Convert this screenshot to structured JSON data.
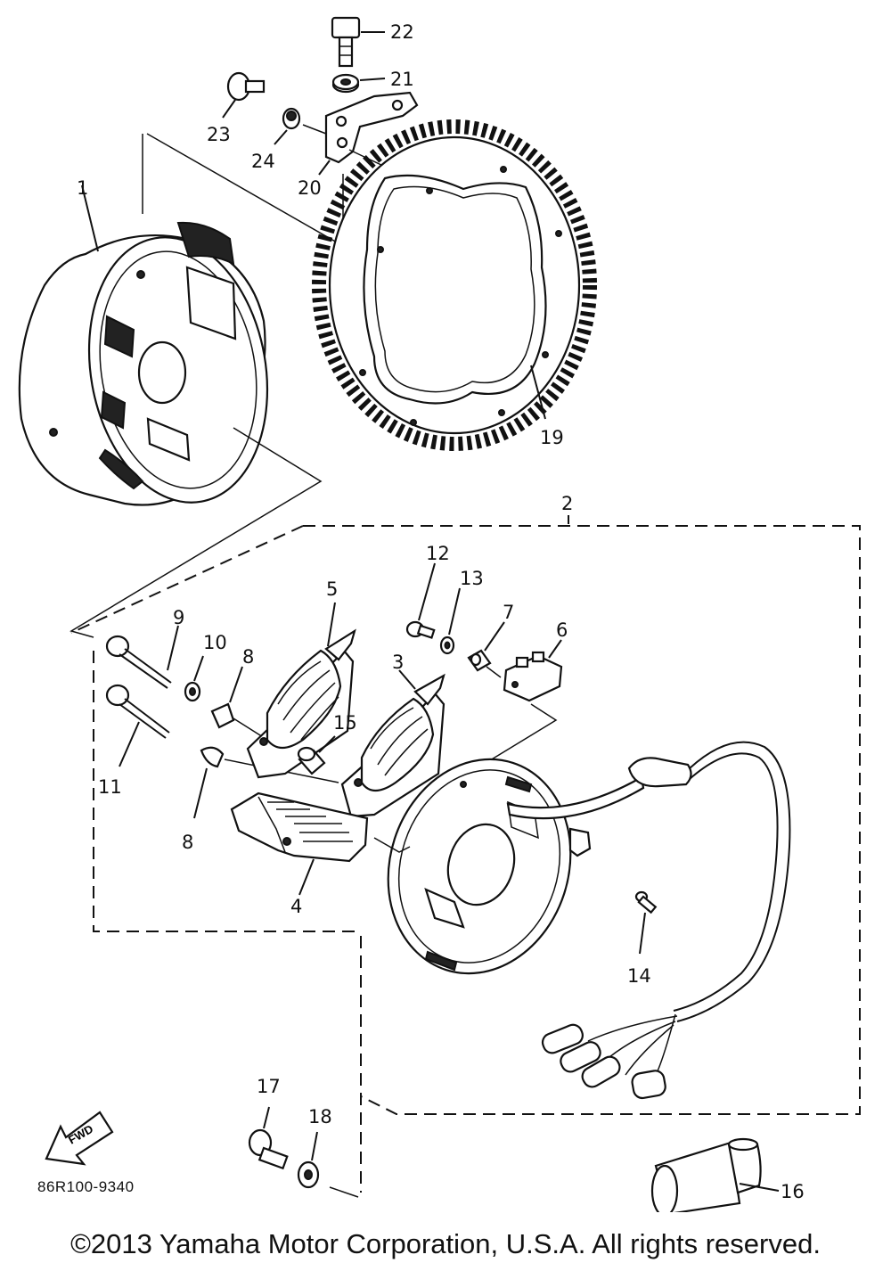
{
  "drawing_code": "86R100-9340",
  "copyright": "©2013 Yamaha Motor Corporation, U.S.A. All rights reserved.",
  "fwd_label": "FWD",
  "callouts": {
    "c1": "1",
    "c2": "2",
    "c3": "3",
    "c4": "4",
    "c5": "5",
    "c6": "6",
    "c7": "7",
    "c8a": "8",
    "c8b": "8",
    "c9": "9",
    "c10": "10",
    "c11": "11",
    "c12": "12",
    "c13": "13",
    "c14": "14",
    "c15": "15",
    "c16": "16",
    "c17": "17",
    "c18": "18",
    "c19": "19",
    "c20": "20",
    "c21": "21",
    "c22": "22",
    "c23": "23",
    "c24": "24"
  }
}
